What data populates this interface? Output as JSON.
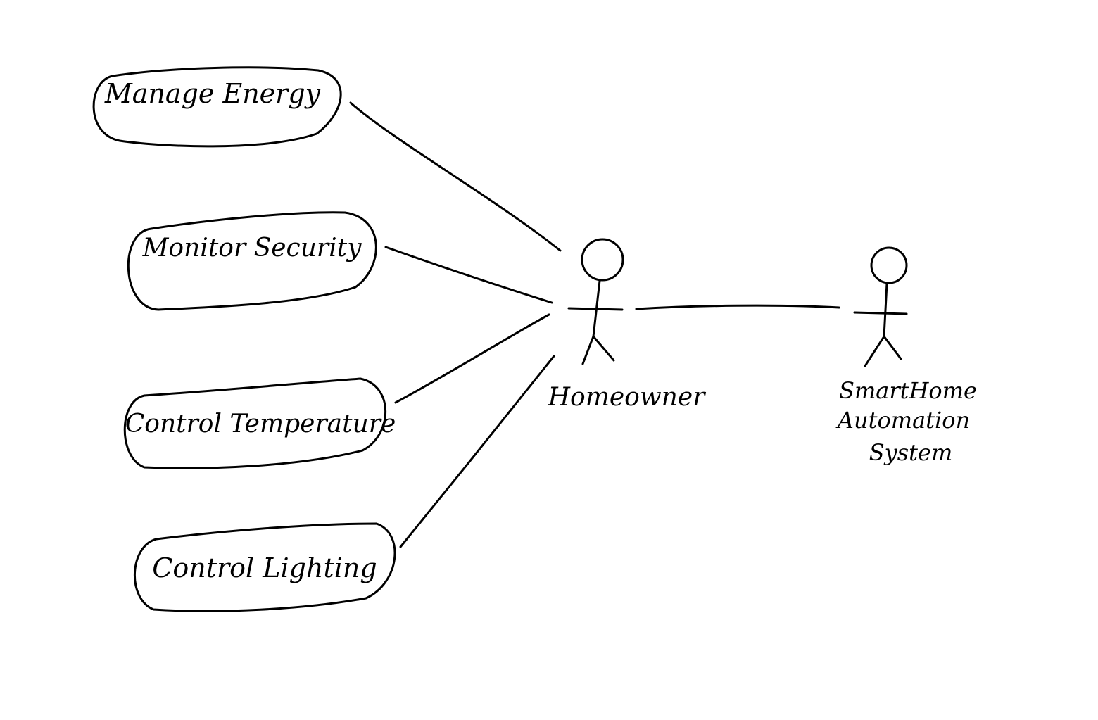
{
  "colors": {
    "background": "#ffffff",
    "ink": "#000000"
  },
  "use_cases": [
    {
      "id": "manage-energy",
      "label": "Manage Energy"
    },
    {
      "id": "monitor-security",
      "label": "Monitor Security"
    },
    {
      "id": "control-temperature",
      "label": "Control Temperature"
    },
    {
      "id": "control-lighting",
      "label": "Control Lighting"
    }
  ],
  "actors": [
    {
      "id": "homeowner",
      "label": "Homeowner",
      "lines": [
        "Homeowner"
      ]
    },
    {
      "id": "smart-home-system",
      "label": "SmartHome Automation System",
      "lines": [
        "SmartHome",
        "Automation",
        "System"
      ]
    }
  ],
  "associations": [
    {
      "from": "homeowner",
      "to": "manage-energy"
    },
    {
      "from": "homeowner",
      "to": "monitor-security"
    },
    {
      "from": "homeowner",
      "to": "control-temperature"
    },
    {
      "from": "homeowner",
      "to": "control-lighting"
    },
    {
      "from": "homeowner",
      "to": "smart-home-system"
    }
  ]
}
